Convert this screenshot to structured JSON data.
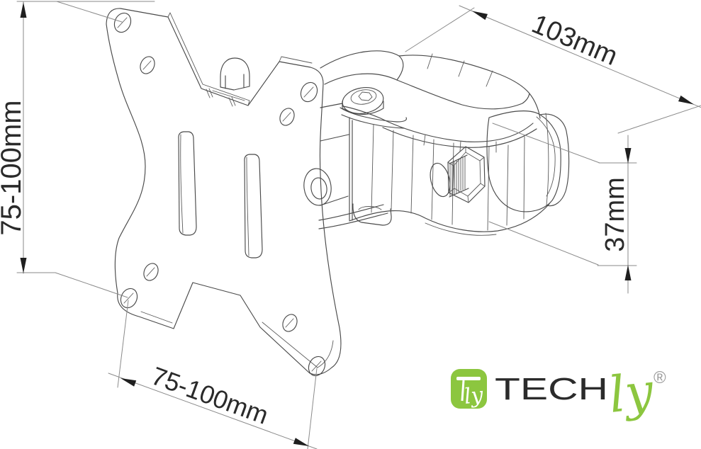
{
  "dimensions": {
    "vesa_vertical": {
      "label": "75-100mm"
    },
    "clamp_length": {
      "label": "103mm"
    },
    "clamp_height": {
      "label": "37mm"
    },
    "vesa_horizontal": {
      "label": "75-100mm"
    }
  },
  "logo": {
    "wordmark": "TECH",
    "script_suffix": "ly",
    "mark_text": "ly",
    "registered_mark": "®",
    "brand_green": "#8cc63f"
  },
  "style": {
    "line_color": "#4a4a4a",
    "dimension_line_color": "#8a8a8a",
    "text_color": "#2a2a2a",
    "background": "#ffffff"
  }
}
